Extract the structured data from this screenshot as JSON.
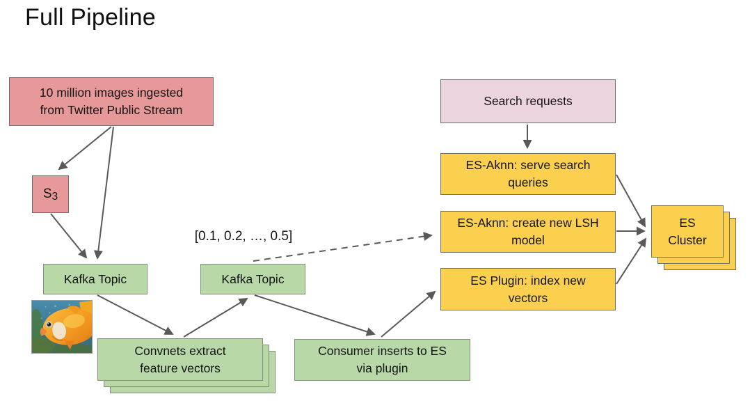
{
  "title": "Full Pipeline",
  "annotation": {
    "vector_example": "[0.1, 0.2, …, 0.5]"
  },
  "nodes": {
    "ingest": {
      "label": "10 million images ingested from Twitter Public Stream"
    },
    "s3": {
      "prefix": "S",
      "sub": "3"
    },
    "kafka1": {
      "label": "Kafka Topic"
    },
    "kafka2": {
      "label": "Kafka Topic"
    },
    "convnets": {
      "label": "Convnets extract feature vectors"
    },
    "consumer": {
      "label": "Consumer inserts to ES via plugin"
    },
    "search": {
      "label": "Search requests"
    },
    "serve": {
      "label": "ES-Aknn: serve search queries"
    },
    "lsh": {
      "label": "ES-Aknn: create new LSH model"
    },
    "esplugin": {
      "label": "ES Plugin: index new vectors"
    },
    "escluster": {
      "label": "ES Cluster"
    }
  },
  "edges": [
    {
      "from": "ingest",
      "to": "s3",
      "style": "solid"
    },
    {
      "from": "ingest",
      "to": "kafka1",
      "style": "solid"
    },
    {
      "from": "s3",
      "to": "kafka1",
      "style": "solid"
    },
    {
      "from": "kafka1",
      "to": "convnets",
      "style": "solid"
    },
    {
      "from": "convnets",
      "to": "kafka2",
      "style": "solid"
    },
    {
      "from": "kafka2",
      "to": "consumer",
      "style": "solid"
    },
    {
      "from": "consumer",
      "to": "esplugin",
      "style": "solid"
    },
    {
      "from": "kafka2",
      "to": "lsh",
      "style": "dashed"
    },
    {
      "from": "search",
      "to": "serve",
      "style": "solid"
    },
    {
      "from": "serve",
      "to": "escluster",
      "style": "solid"
    },
    {
      "from": "lsh",
      "to": "escluster",
      "style": "solid"
    },
    {
      "from": "esplugin",
      "to": "escluster",
      "style": "solid"
    }
  ],
  "colors": {
    "box_red": "#E79898",
    "box_green": "#B8D8A8",
    "box_yellow": "#FBD04F",
    "box_pink": "#ECD4DF",
    "border_gray": "#6f6f6f",
    "arrow_gray": "#595959",
    "text": "#141414"
  },
  "images": {
    "goldfish_photo": "goldfish swimming left on blue water background"
  }
}
